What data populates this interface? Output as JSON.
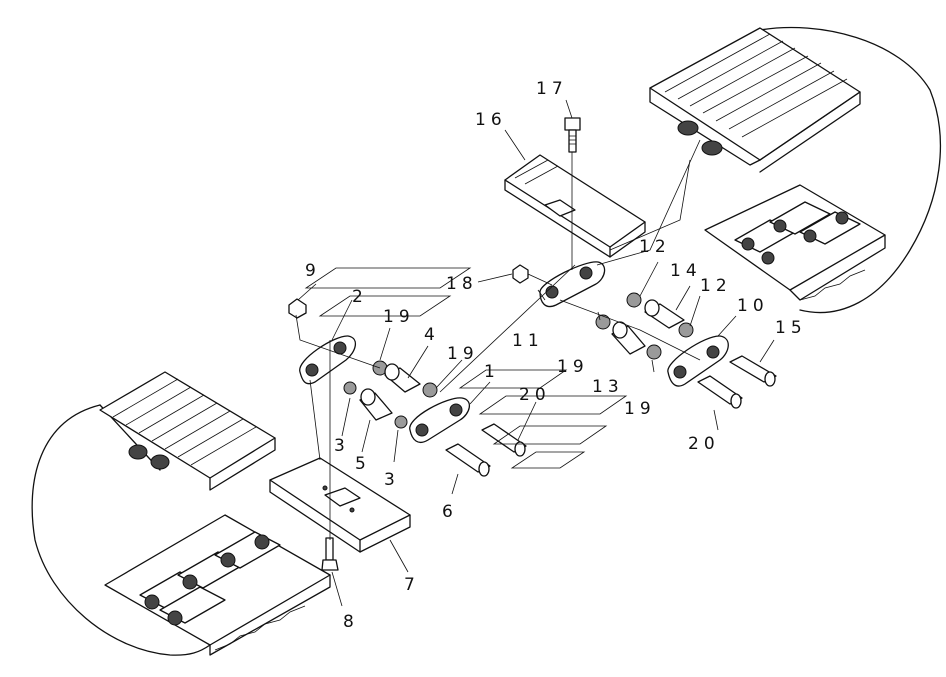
{
  "callouts": [
    {
      "id": "c1",
      "text": "1"
    },
    {
      "id": "c2",
      "text": "2"
    },
    {
      "id": "c3a",
      "text": "3"
    },
    {
      "id": "c3b",
      "text": "3"
    },
    {
      "id": "c4",
      "text": "4"
    },
    {
      "id": "c5",
      "text": "5"
    },
    {
      "id": "c6",
      "text": "6"
    },
    {
      "id": "c7",
      "text": "7"
    },
    {
      "id": "c8",
      "text": "8"
    },
    {
      "id": "c9",
      "text": "9"
    },
    {
      "id": "c10",
      "text": "10"
    },
    {
      "id": "c11",
      "text": "11"
    },
    {
      "id": "c12a",
      "text": "12"
    },
    {
      "id": "c12b",
      "text": "12"
    },
    {
      "id": "c13",
      "text": "13"
    },
    {
      "id": "c14",
      "text": "14"
    },
    {
      "id": "c15",
      "text": "15"
    },
    {
      "id": "c16",
      "text": "16"
    },
    {
      "id": "c17",
      "text": "17"
    },
    {
      "id": "c18",
      "text": "18"
    },
    {
      "id": "c19a",
      "text": "19"
    },
    {
      "id": "c19b",
      "text": "19"
    },
    {
      "id": "c19c",
      "text": "19"
    },
    {
      "id": "c19d",
      "text": "19"
    },
    {
      "id": "c20a",
      "text": "20"
    },
    {
      "id": "c20b",
      "text": "20"
    }
  ]
}
